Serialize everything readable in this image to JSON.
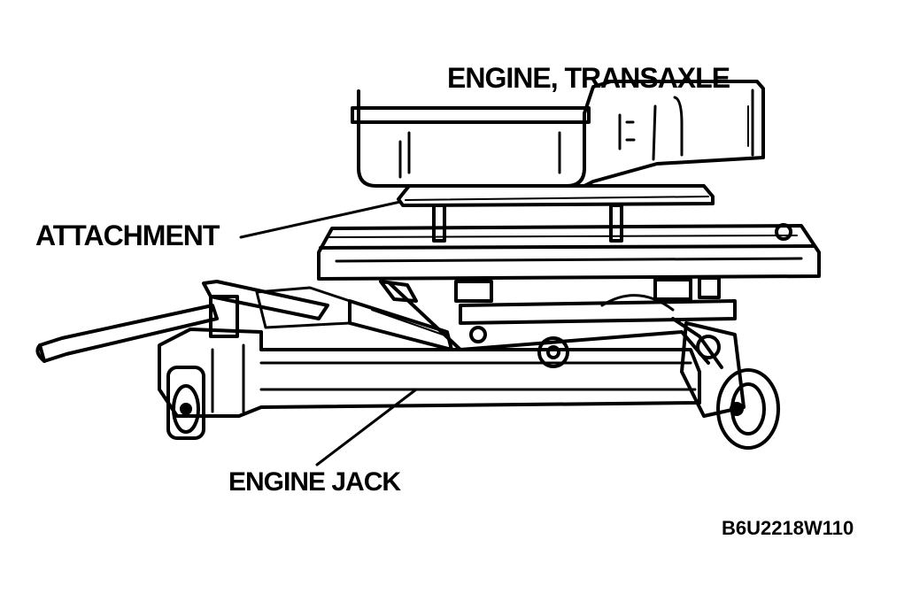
{
  "labels": {
    "engine_transaxle": "ENGINE, TRANSAXLE",
    "attachment": "ATTACHMENT",
    "engine_jack": "ENGINE JACK",
    "figure_code": "B6U2218W110"
  },
  "colors": {
    "ink": "#000000",
    "paper": "#ffffff"
  }
}
